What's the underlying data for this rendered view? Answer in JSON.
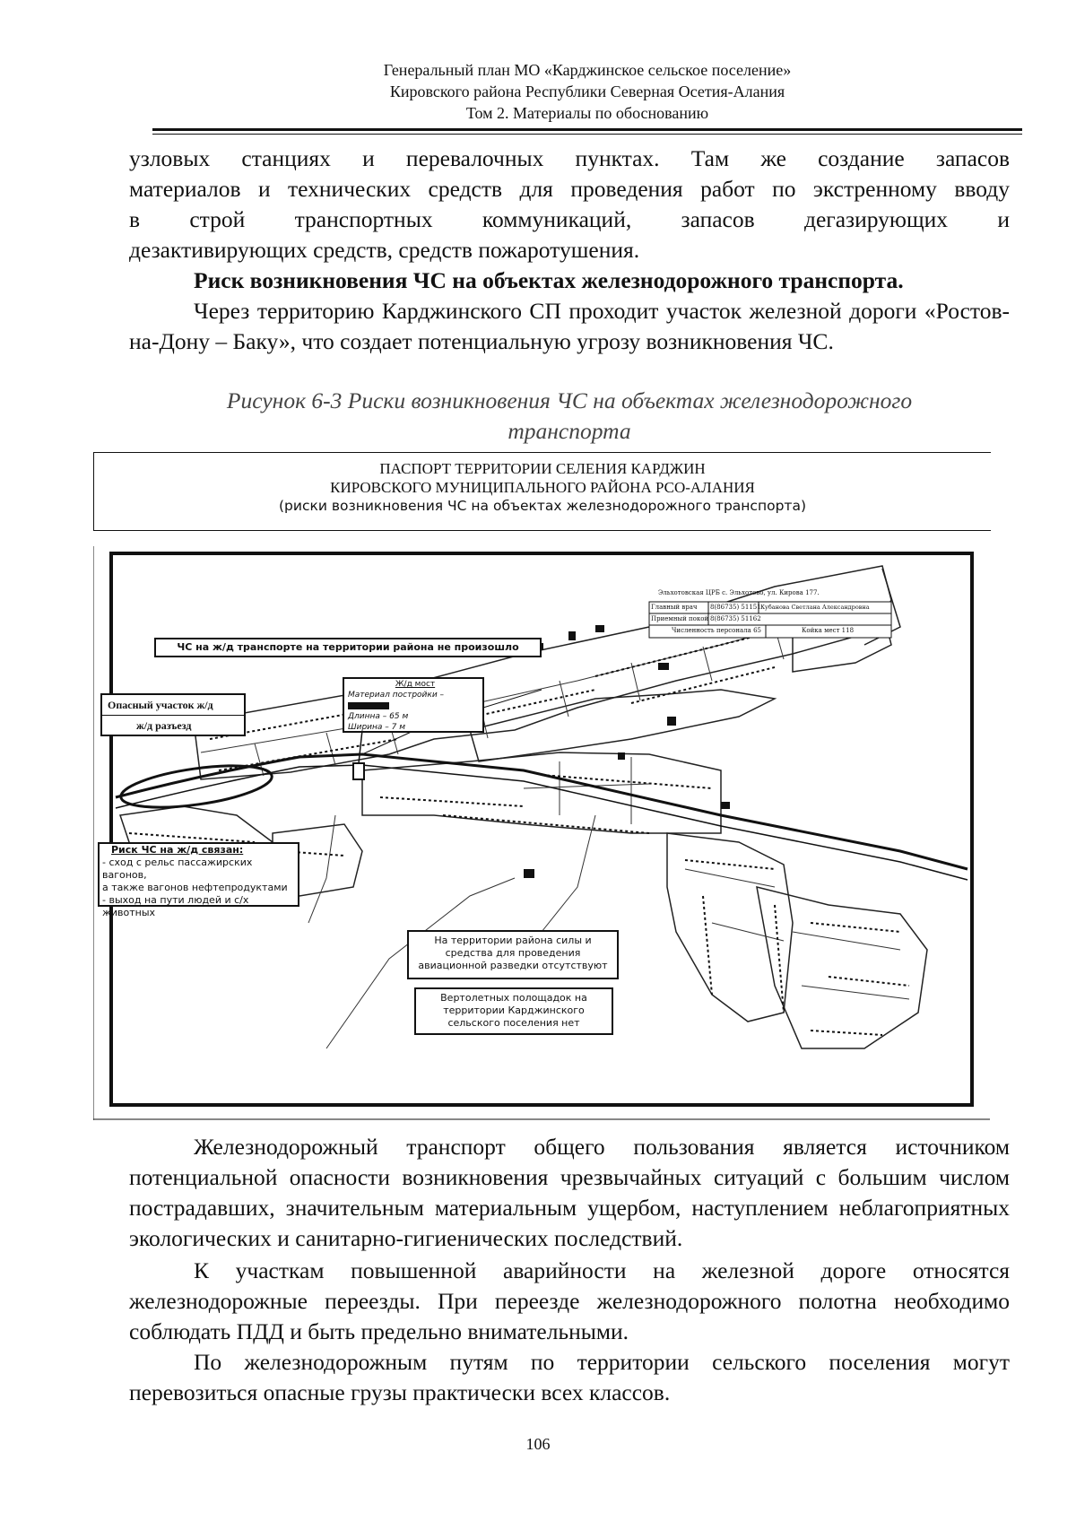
{
  "header": {
    "line1": "Генеральный план МО «Карджинское сельское поселение»",
    "line2": "Кировского района Республики Северная Осетия-Алания",
    "line3": "Том 2. Материалы по обоснованию"
  },
  "body": {
    "para1_line1": "узловых станциях и перевалочных пунктах. Там же создание запасов",
    "para1_line2": "материалов и технических средств для проведения работ по экстренному вводу",
    "para1_line3": "в строй транспортных коммуникаций, запасов дегазирующих и",
    "para1_line4": "дезактивирующих средств, средств пожаротушения.",
    "heading": "Риск возникновения ЧС на объектах железнодорожного транспорта.",
    "para2": "Через территорию Карджинского СП проходит участок железной дороги «Ростов-на-Дону – Баку», что создает потенциальную угрозу возникновения ЧС.",
    "caption_line1": "Рисунок 6-3 Риски возникновения ЧС на объектах железнодорожного",
    "caption_line2": "транспорта",
    "para3": "Железнодорожный транспорт общего пользования является источником потенциальной опасности возникновения чрезвычайных ситуаций с большим числом пострадавших, значительным материальным ущербом, наступлением неблагоприятных экологических и санитарно-гигиенических последствий.",
    "para4": "К участкам повышенной аварийности на железной дороге относятся железнодорожные переезды. При переезде железнодорожного полотна необходимо соблюдать ПДД и быть предельно внимательными.",
    "para5": "По железнодорожным путям по территории сельского поселения могут перевозиться опасные грузы практически всех классов."
  },
  "figure": {
    "passport_line1": "ПАСПОРТ ТЕРРИТОРИИ СЕЛЕНИЯ КАРДЖИН",
    "passport_line2": "КИРОВСКОГО МУНИЦИПАЛЬНОГО РАЙОНА РСО-АЛАНИЯ",
    "passport_line3": "(риски возникновения ЧС на объектах железнодорожного транспорта)",
    "no_incidents": "ЧС на ж/д транспорте на территории района не произошло",
    "legend_danger": "Опасный участок ж/д",
    "legend_junction": "ж/д разъезд",
    "bridge_title": "Ж/д мост",
    "bridge_material": "Материал постройки –",
    "bridge_length": "Длинна – 65 м",
    "bridge_width": "Ширина – 7 м",
    "risk_title": "Риск ЧС на ж/д связан:",
    "risk_1": "- сход с рельс пассажирских вагонов,",
    "risk_2": "а также вагонов нефтепродуктами",
    "risk_3": "- выход на пути людей и с/х животных",
    "aviation_1": "На территории района силы и",
    "aviation_2": "средства для проведения",
    "aviation_3": "авиационной разведки отсутствуют",
    "heli_1": "Вертолетных полощадок на",
    "heli_2": "территории Карджинского",
    "heli_3": "сельского поселения нет",
    "hospital_title": "Эльхотовская ЦРБ с. Эльхотово, ул. Кирова 177.",
    "hospital_r1c1": "Главный врач",
    "hospital_r1c2": "8(86735) 51151",
    "hospital_r1c3": "Кубанова Светлана Александровна",
    "hospital_r2c1": "Приемный покой",
    "hospital_r2c2": "8(86735) 51162",
    "hospital_r3c1": "Численность персонала 65",
    "hospital_r3c2": "Койка мест 118"
  },
  "page_number": "106"
}
